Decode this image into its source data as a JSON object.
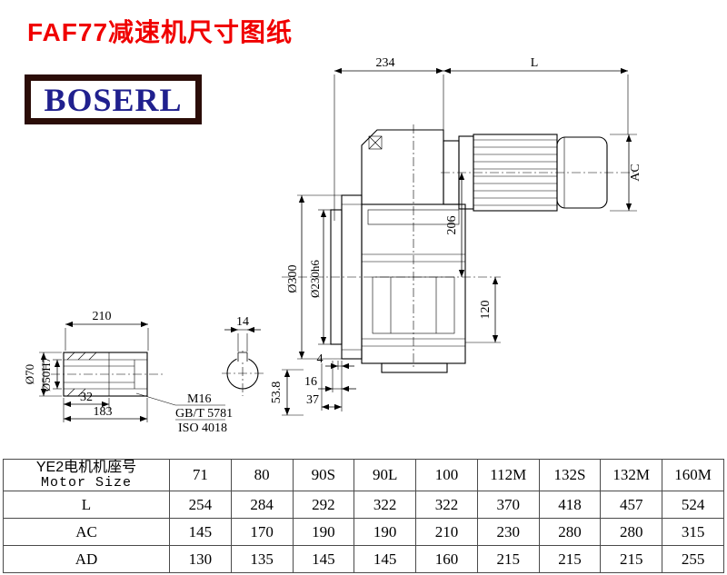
{
  "page": {
    "title": "FAF77减速机尺寸图纸",
    "logo_text": "BOSERL"
  },
  "drawing": {
    "top_width": "234",
    "motor_length": "L",
    "motor_height": "AC",
    "center_distance": "206",
    "flange_od": "Ø300",
    "flange_pilot": "Ø230h6",
    "bottom_height": "120",
    "shaft_total": "210",
    "keyway_width": "14",
    "shaft_step": "32",
    "shaft_length": "183",
    "hub_od": "Ø70",
    "bore": "Ø50H7",
    "thread": "M16",
    "standard1": "GB/T 5781",
    "standard2": "ISO 4018",
    "axial1": "4",
    "axial2": "16",
    "axial3": "37",
    "axial4": "53.8"
  },
  "table": {
    "header": {
      "line1": "YE2电机机座号",
      "line2": "Motor Size"
    },
    "columns": [
      "71",
      "80",
      "90S",
      "90L",
      "100",
      "112M",
      "132S",
      "132M",
      "160M"
    ],
    "rows": [
      {
        "label": "L",
        "values": [
          "254",
          "284",
          "292",
          "322",
          "322",
          "370",
          "418",
          "457",
          "524"
        ]
      },
      {
        "label": "AC",
        "values": [
          "145",
          "170",
          "190",
          "190",
          "210",
          "230",
          "280",
          "280",
          "315"
        ]
      },
      {
        "label": "AD",
        "values": [
          "130",
          "135",
          "145",
          "145",
          "160",
          "215",
          "215",
          "215",
          "255"
        ]
      }
    ]
  }
}
